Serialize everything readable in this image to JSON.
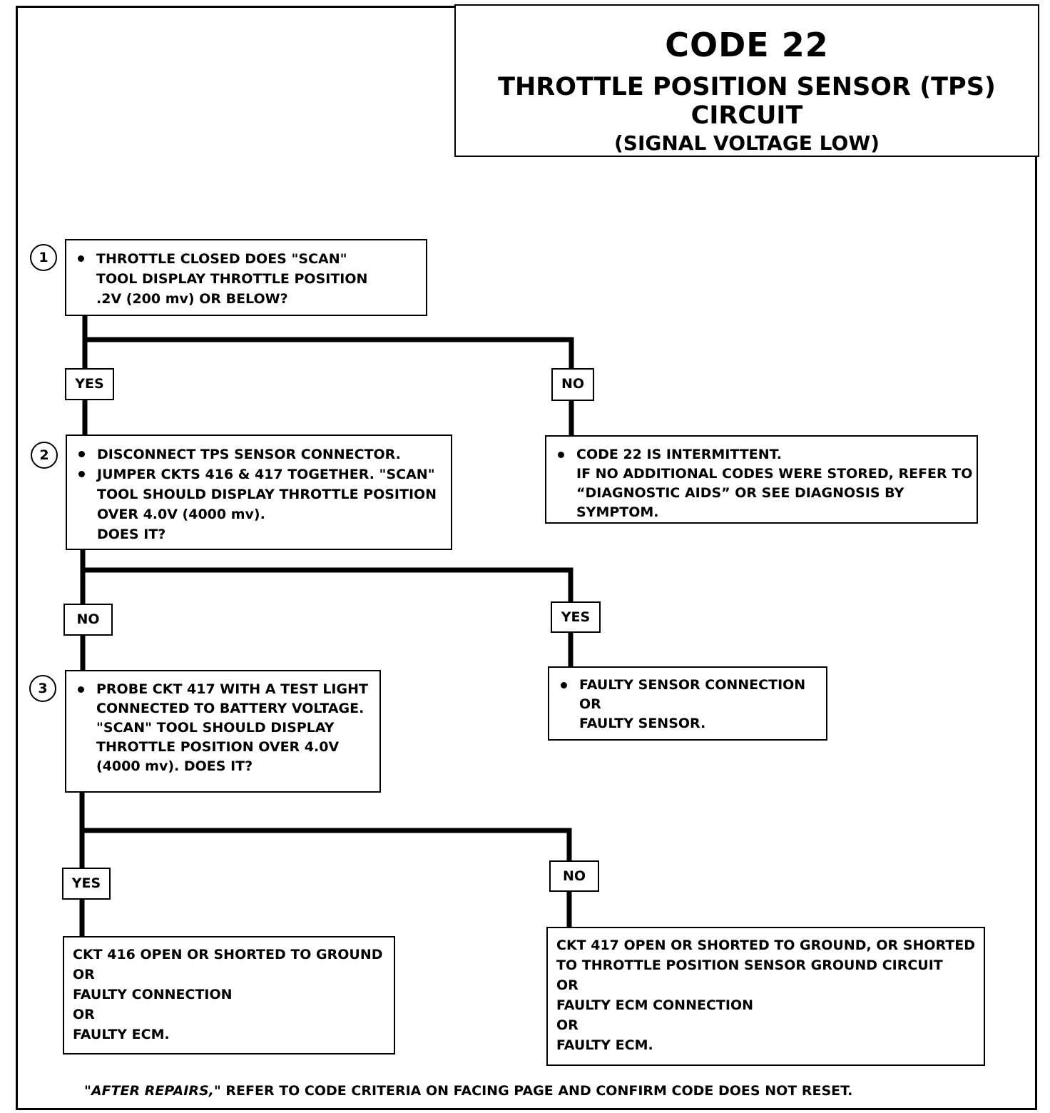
{
  "title": {
    "code": "CODE 22",
    "main": "THROTTLE POSITION SENSOR (TPS) CIRCUIT",
    "sub": "(SIGNAL VOLTAGE LOW)"
  },
  "steps": [
    {
      "number": "1",
      "lines": [
        "THROTTLE CLOSED  DOES \"SCAN\"",
        "TOOL  DISPLAY THROTTLE POSITION",
        ".2V (200 mv) OR BELOW?"
      ]
    },
    {
      "number": "2",
      "lines": [
        "DISCONNECT TPS SENSOR CONNECTOR.",
        "JUMPER CKTS 416 & 417 TOGETHER. \"SCAN\"",
        "TOOL  SHOULD DISPLAY THROTTLE POSITION",
        "OVER 4.0V (4000 mv).",
        "DOES IT?"
      ]
    },
    {
      "number": "3",
      "lines": [
        "PROBE CKT 417 WITH A TEST LIGHT",
        "CONNECTED TO BATTERY VOLTAGE.",
        "\"SCAN\" TOOL SHOULD DISPLAY",
        "THROTTLE  POSITION OVER 4.0V",
        "(4000 mv).  DOES IT?"
      ]
    }
  ],
  "branch_labels": {
    "s1_left": "YES",
    "s1_right": "NO",
    "s2_left": "NO",
    "s2_right": "YES",
    "s3_left": "YES",
    "s3_right": "NO"
  },
  "outcomes": {
    "intermittent": [
      "CODE 22 IS INTERMITTENT.",
      "IF NO ADDITIONAL CODES WERE STORED, REFER  TO",
      "“DIAGNOSTIC AIDS” OR SEE DIAGNOSIS BY",
      "SYMPTOM."
    ],
    "faulty_sensor": [
      "FAULTY SENSOR CONNECTION",
      "OR",
      "FAULTY SENSOR."
    ],
    "ckt416": [
      "CKT 416 OPEN OR SHORTED TO GROUND",
      "OR",
      "FAULTY CONNECTION",
      "OR",
      "FAULTY ECM."
    ],
    "ckt417": [
      "CKT 417 OPEN OR SHORTED TO GROUND, OR SHORTED",
      "TO THROTTLE POSITION SENSOR GROUND CIRCUIT",
      "OR",
      "FAULTY ECM CONNECTION",
      "OR",
      "FAULTY ECM."
    ]
  },
  "footer": {
    "emphasis": "\"AFTER REPAIRS,\"",
    "text": " REFER TO CODE CRITERIA ON  FACING PAGE AND CONFIRM CODE DOES NOT RESET."
  }
}
